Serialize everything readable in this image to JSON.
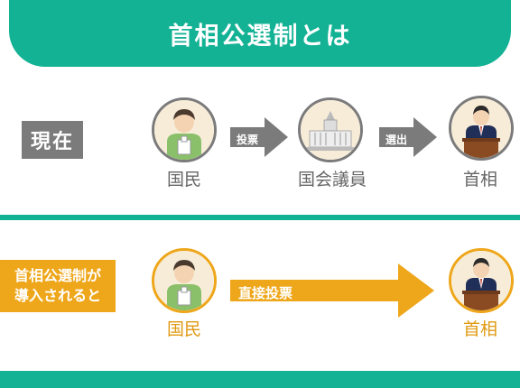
{
  "title": "首相公選制とは",
  "current": {
    "label": "現在",
    "nodes": [
      "国民",
      "国会議員",
      "首相"
    ],
    "arrows": [
      "投票",
      "選出"
    ]
  },
  "after": {
    "label_line1": "首相公選制が",
    "label_line2": "導入されると",
    "nodes": [
      "国民",
      "首相"
    ],
    "arrow": "直接投票"
  },
  "colors": {
    "green": "#13b295",
    "gray": "#7b7b7b",
    "orange": "#eea61a"
  }
}
